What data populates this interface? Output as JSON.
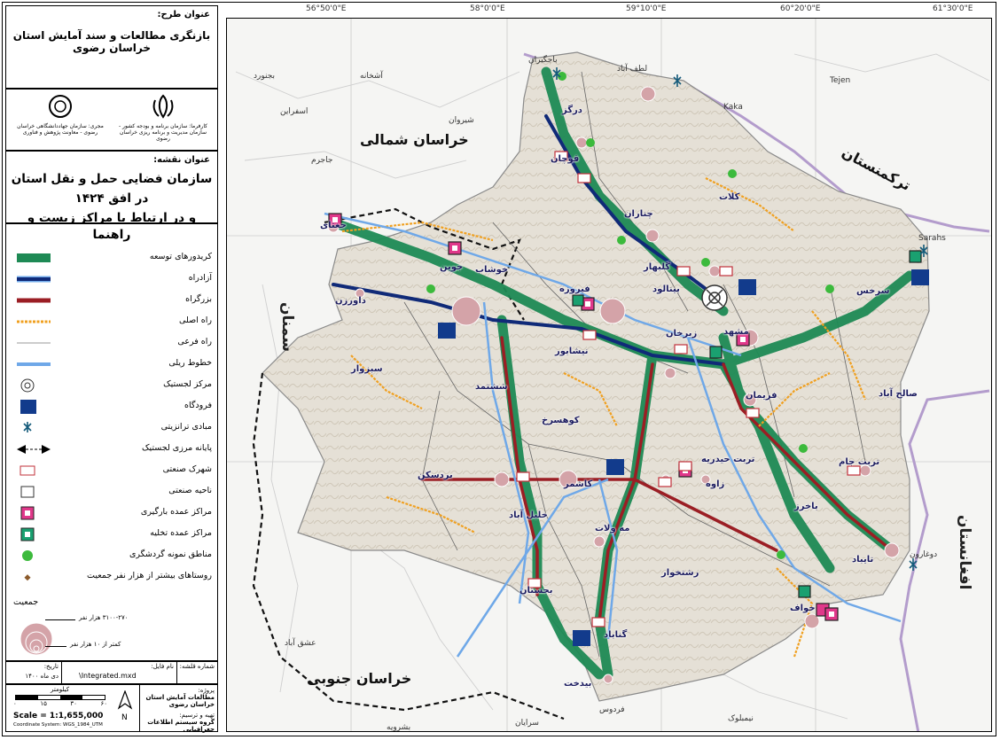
{
  "coords": [
    "56°50'0\"E",
    "58°0'0\"E",
    "59°10'0\"E",
    "60°20'0\"E",
    "61°30'0\"E"
  ],
  "panel": {
    "project_label": "عنوان طرح:",
    "project_title": "بازنگری مطالعات و سند آمایش استان خراسان رضوی",
    "employer_caption": "کارفرما: سازمان برنامه و بودجه کشور - سازمان مدیریت و برنامه ریزی خراسان رضوی",
    "consultant_caption": "مجری: سازمان جهاددانشگاهی خراسان رضوی - معاونت پژوهش و فناوری",
    "map_label": "عنوان نقشه:",
    "map_title_line1": "سازمان فضایی حمل و نقل استان در افق ۱۴۲۴",
    "map_title_line2": "و در ارتباط با مراکز زیست و فعالیت",
    "legend_title": "راهنما",
    "legend": [
      "کریدورهای توسعه",
      "آزادراه",
      "بزرگراه",
      "راه اصلی",
      "راه فرعی",
      "خطوط ریلی",
      "مرکز لجستیک",
      "فرودگاه",
      "مبادی ترانزیتی",
      "پایانه مرزی لجستیک",
      "شهرک صنعتی",
      "ناحیه صنعتی",
      "مراکز عمده بارگیری",
      "مراکز عمده تخلیه",
      "مناطق نمونه گردشگری",
      "روستاهای بیشتر از هزار نفر جمعیت"
    ],
    "population_label": "جمعیت",
    "pop_large": "۳۱۰۰-۲۷۰ هزار نفر",
    "pop_small": "کمتر از ۱۰ هزار نفر",
    "file_label": "نام فایل:",
    "file_name": "\\Integrated.mxd",
    "date_label": "تاریخ:",
    "date_value": "دی ماه ۱۴۰۰",
    "sheet_label": "شماره قلشه:",
    "scale_unit": "کیلومتر",
    "scale_ticks": [
      "۰",
      "۱۵",
      "۳۰",
      "۶۰"
    ],
    "north": "N",
    "scale_text": "Scale = 1:1,655,000",
    "coord_system": "Coordinate System: WGS_1984_UTM",
    "project_short_label": "پروژه:",
    "project_short": "مطالعات آمایش استان خراسان رضوی",
    "prepared_label": "تهیه و ترسیم:",
    "prepared_by": "گروه سیستم اطلاعات جغرافیایی"
  },
  "map": {
    "regions": {
      "north_khorasan": "خراسان شمالی",
      "south_khorasan": "خراسان جنوبی",
      "semnan": "سمنان",
      "turkmenistan": "ترکمنستان",
      "afghanistan": "افغانستان"
    },
    "cities": [
      "درگز",
      "قوچان",
      "کلات",
      "چناران",
      "گلبهار",
      "بینالود",
      "مشهد",
      "سرخس",
      "جغتای",
      "جوین",
      "خوشاب",
      "فیروزه",
      "داورزن",
      "سبزوار",
      "نیشابور",
      "زبرخان",
      "صالح آباد",
      "فریمان",
      "تربت جام",
      "کوهسرخ",
      "تربت حیدریه",
      "زاوه",
      "باخرز",
      "تایباد",
      "خواف",
      "رشتخوار",
      "مه ولات",
      "کاشمر",
      "خلیل آباد",
      "بردسکن",
      "بجستان",
      "گناباد",
      "بیدخت",
      "ششتمد"
    ],
    "external": [
      "Sarahs",
      "Tejen",
      "Kaka",
      "لطف آباد",
      "باجگیران",
      "اسفراین",
      "شیروان",
      "بجنورد",
      "فردوس",
      "سرایان",
      "نیمبلوک",
      "بشرویه",
      "عشق آباد",
      "جاجرم",
      "آشخانه",
      "دوغارون"
    ]
  },
  "colors": {
    "corridor": "#1e8a55",
    "freeway": "#102a78",
    "highway": "#9b1e24",
    "main_road": "#f0a020",
    "rail": "#6fa8e8",
    "loading": "#e0388a",
    "unloading": "#1aa070",
    "tourism": "#3cba3c",
    "province": "#e9e5dc",
    "pop_circle": "#d4a3a8"
  }
}
